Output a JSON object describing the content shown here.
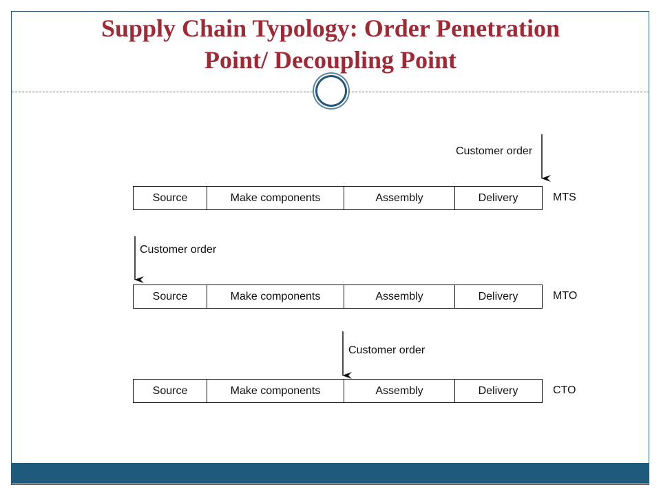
{
  "slide": {
    "title_line1": "Supply Chain Typology: Order Penetration",
    "title_line2": "Point/ Decoupling Point"
  },
  "colors": {
    "title": "#9e2a35",
    "accent": "#1e5a7c"
  },
  "stages": [
    "Source",
    "Make components",
    "Assembly",
    "Delivery"
  ],
  "rows": [
    {
      "typology": "MTS",
      "order_label": "Customer order"
    },
    {
      "typology": "MTO",
      "order_label": "Customer order"
    },
    {
      "typology": "CTO",
      "order_label": "Customer order"
    }
  ]
}
